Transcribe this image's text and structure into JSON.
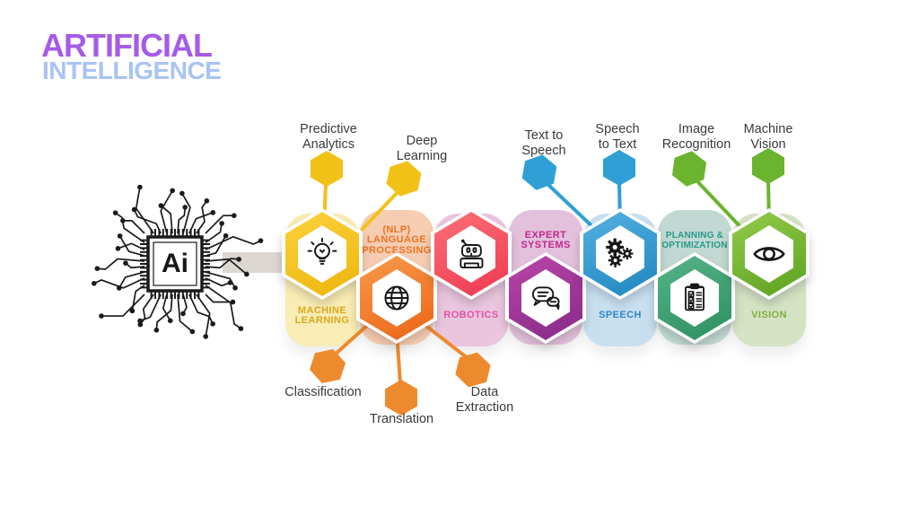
{
  "title": {
    "line1": "ARTIFICIAL",
    "line2": "INTELLIGENCE",
    "line1_color": "#a55be8",
    "line2_color": "#a9c3f5"
  },
  "chip": {
    "label": "Ai"
  },
  "connector_bar_color": "#dcd7d2",
  "subtopic_text_color": "#3a3a3a",
  "domains": [
    {
      "label": "MACHINE LEARNING",
      "accent": "#d9a91e",
      "card": "#f9ecb4",
      "hex_from": "#fbd23c",
      "hex_to": "#eeb50c",
      "icon": "lightbulb-icon",
      "position": "up"
    },
    {
      "label": "(NLP) LANGUAGE PROCESSING",
      "accent": "#ee7220",
      "card": "#f6cdb2",
      "hex_from": "#f79b4b",
      "hex_to": "#ec6414",
      "icon": "globe-icon",
      "position": "down"
    },
    {
      "label": "ROBOTICS",
      "accent": "#e352a2",
      "card": "#e9c6de",
      "hex_from": "#fb7177",
      "hex_to": "#ef3850",
      "icon": "robot-icon",
      "position": "up"
    },
    {
      "label": "EXPERT SYSTEMS",
      "accent": "#c2268e",
      "card": "#e3c0dc",
      "hex_from": "#bb45a8",
      "hex_to": "#842a88",
      "icon": "chat-bubbles-icon",
      "position": "down"
    },
    {
      "label": "SPEECH",
      "accent": "#2e86c8",
      "card": "#c8dff0",
      "hex_from": "#54b1e0",
      "hex_to": "#1f86c0",
      "icon": "gears-icon",
      "position": "up"
    },
    {
      "label": "PLANNING & OPTIMIZATION",
      "accent": "#279a8a",
      "card": "#c2d9d3",
      "hex_from": "#55b388",
      "hex_to": "#2d8f62",
      "icon": "clipboard-icon",
      "position": "down"
    },
    {
      "label": "VISION",
      "accent": "#7db23e",
      "card": "#d5e2c4",
      "hex_from": "#93cb4a",
      "hex_to": "#5ca21f",
      "icon": "eye-icon",
      "position": "up"
    }
  ],
  "subtopics": [
    {
      "label": "Predictive Analytics",
      "color": "#f2c118",
      "connects_to": "MACHINE LEARNING"
    },
    {
      "label": "Deep Learning",
      "color": "#f2c118",
      "connects_to": "MACHINE LEARNING"
    },
    {
      "label": "Classification",
      "color": "#ee8a2e",
      "connects_to": "(NLP) LANGUAGE PROCESSING"
    },
    {
      "label": "Translation",
      "color": "#ee8a2e",
      "connects_to": "(NLP) LANGUAGE PROCESSING"
    },
    {
      "label": "Data Extraction",
      "color": "#ee8a2e",
      "connects_to": "(NLP) LANGUAGE PROCESSING"
    },
    {
      "label": "Text to Speech",
      "color": "#2f9fd6",
      "connects_to": "SPEECH"
    },
    {
      "label": "Speech to Text",
      "color": "#2f9fd6",
      "connects_to": "SPEECH"
    },
    {
      "label": "Image Recognition",
      "color": "#6ab42e",
      "connects_to": "VISION"
    },
    {
      "label": "Machine Vision",
      "color": "#6ab42e",
      "connects_to": "VISION"
    }
  ]
}
